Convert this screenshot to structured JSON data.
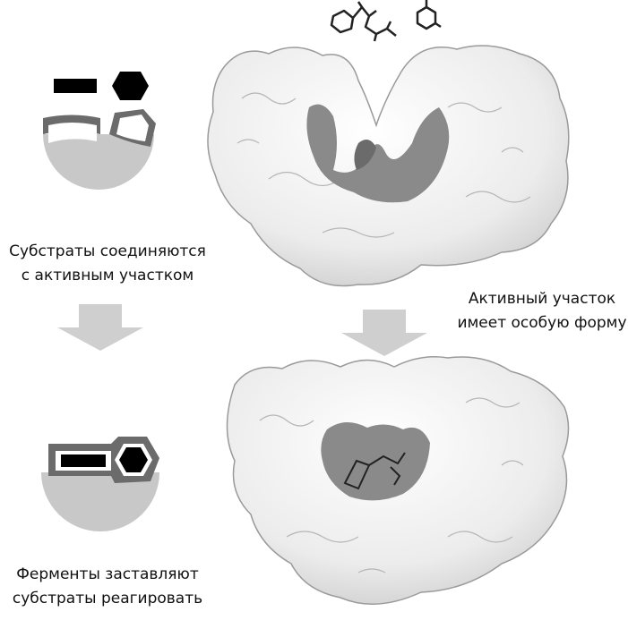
{
  "captions": {
    "substrates_join": [
      "Субстраты соединяются",
      "с активным участком"
    ],
    "active_site_shape": [
      "Активный участок",
      "имеет особую форму"
    ],
    "enzymes_react": [
      "Ферменты заставляют",
      "субстраты реагировать"
    ]
  },
  "colors": {
    "enzyme_body": "#c8c8c8",
    "active_site": "#6b6b6b",
    "substrate": "#000000",
    "arrow": "#cfcfcf",
    "protein_surface": "#f2f2f2",
    "protein_shadow": "#8a8a8a"
  }
}
